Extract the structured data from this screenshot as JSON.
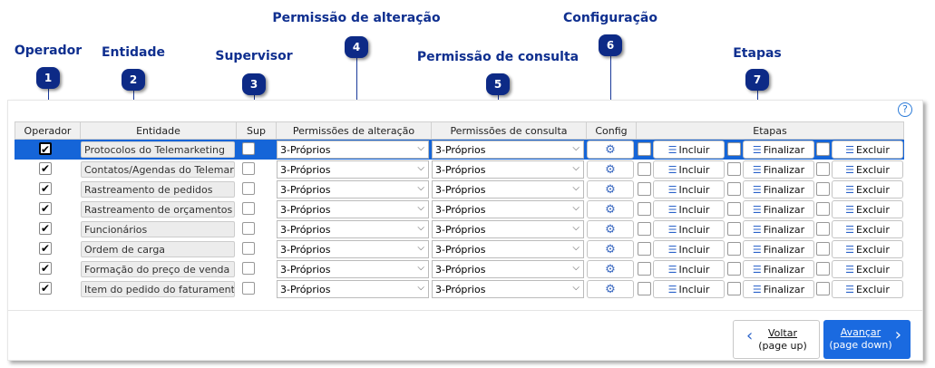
{
  "callouts": [
    {
      "n": "1",
      "label": "Operador"
    },
    {
      "n": "2",
      "label": "Entidade"
    },
    {
      "n": "3",
      "label": "Supervisor"
    },
    {
      "n": "4",
      "label": "Permissão de alteração"
    },
    {
      "n": "5",
      "label": "Permissão de consulta"
    },
    {
      "n": "6",
      "label": "Configuração"
    },
    {
      "n": "7",
      "label": "Etapas"
    }
  ],
  "help_icon": "?",
  "columns": {
    "operador": "Operador",
    "entidade": "Entidade",
    "sup": "Sup",
    "alteracao": "Permissões de alteração",
    "consulta": "Permissões de consulta",
    "config": "Config",
    "etapas": "Etapas"
  },
  "rows": [
    {
      "operador": true,
      "entidade": "Protocolos do Telemarketing",
      "sup": false,
      "alteracao": "3-Próprios",
      "consulta": "3-Próprios",
      "selected": true
    },
    {
      "operador": true,
      "entidade": "Contatos/Agendas do Telemarketing",
      "sup": false,
      "alteracao": "3-Próprios",
      "consulta": "3-Próprios"
    },
    {
      "operador": true,
      "entidade": "Rastreamento de pedidos",
      "sup": false,
      "alteracao": "3-Próprios",
      "consulta": "3-Próprios"
    },
    {
      "operador": true,
      "entidade": "Rastreamento de orçamentos",
      "sup": false,
      "alteracao": "3-Próprios",
      "consulta": "3-Próprios"
    },
    {
      "operador": true,
      "entidade": "Funcionários",
      "sup": false,
      "alteracao": "3-Próprios",
      "consulta": "3-Próprios"
    },
    {
      "operador": true,
      "entidade": "Ordem de carga",
      "sup": false,
      "alteracao": "3-Próprios",
      "consulta": "3-Próprios"
    },
    {
      "operador": true,
      "entidade": "Formação do preço de venda",
      "sup": false,
      "alteracao": "3-Próprios",
      "consulta": "3-Próprios"
    },
    {
      "operador": true,
      "entidade": "Item do pedido do faturamento",
      "sup": false,
      "alteracao": "3-Próprios",
      "consulta": "3-Próprios"
    }
  ],
  "etapas_buttons": {
    "incluir": "Incluir",
    "finalizar": "Finalizar",
    "excluir": "Excluir"
  },
  "nav": {
    "voltar": "Voltar",
    "voltar_hint": "(page up)",
    "avancar": "Avançar",
    "avancar_hint": "(page down)"
  },
  "colors": {
    "accent": "#1565d8",
    "callout": "#0d2a86"
  }
}
